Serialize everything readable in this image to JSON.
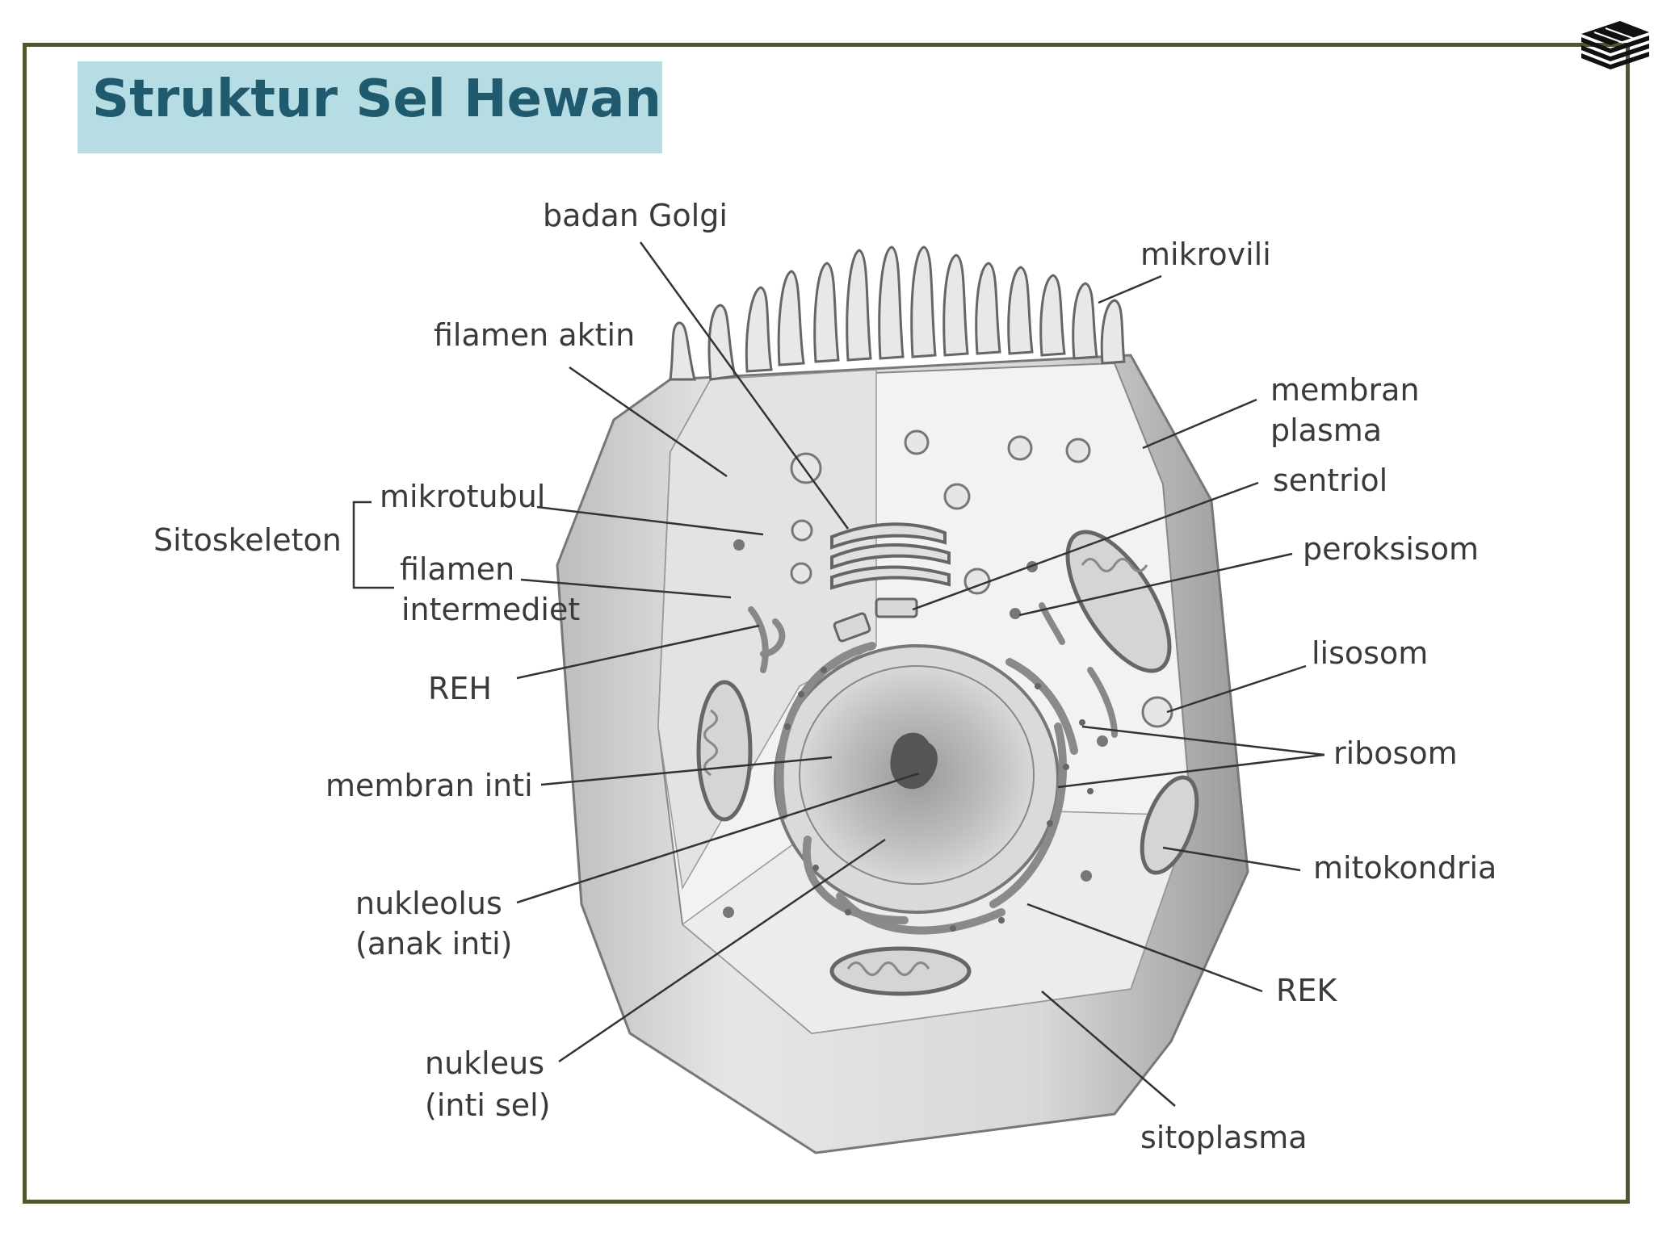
{
  "title": "Struktur Sel Hewan",
  "labels": {
    "badan_golgi": "badan Golgi",
    "mikrovili": "mikrovili",
    "filamen_aktin": "filamen aktin",
    "membran_plasma_1": "membran",
    "membran_plasma_2": "plasma",
    "sentriol": "sentriol",
    "sitoskeleton": "Sitoskeleton",
    "mikrotubul": "mikrotubul",
    "filamen_intermediet_1": "filamen",
    "filamen_intermediet_2": "intermediet",
    "peroksisom": "peroksisom",
    "lisosom": "lisosom",
    "reh": "REH",
    "ribosom": "ribosom",
    "membran_inti": "membran inti",
    "mitokondria": "mitokondria",
    "nukleolus_1": "nukleolus",
    "nukleolus_2": "(anak inti)",
    "rek": "REK",
    "nukleus_1": "nukleus",
    "nukleus_2": "(inti sel)",
    "sitoplasma": "sitoplasma"
  },
  "colors": {
    "frame": "#4d5a2c",
    "title_bg": "#b7dde4",
    "title_text": "#1f5a6e"
  },
  "icons": {
    "logo": "stacked-books-icon"
  }
}
